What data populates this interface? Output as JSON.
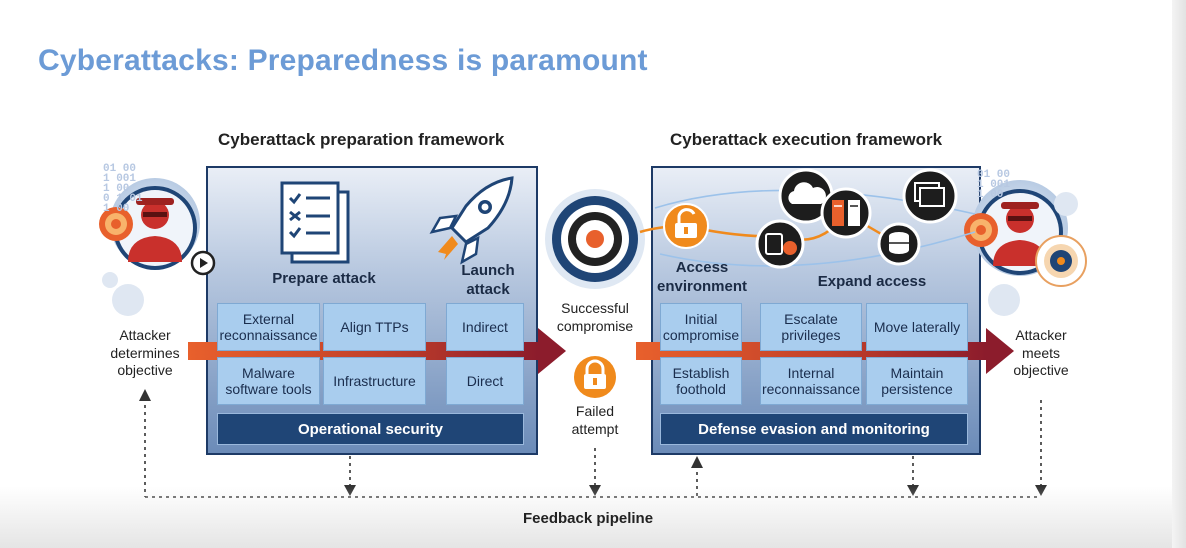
{
  "title": "Cyberattacks: Preparedness is paramount",
  "preparation": {
    "heading": "Cyberattack preparation framework",
    "prepare_label": "Prepare attack",
    "launch_label": "Launch attack",
    "boxes": {
      "ext_recon": "External reconnaissance",
      "align_ttps": "Align TTPs",
      "indirect": "Indirect",
      "malware": "Malware software tools",
      "infrastructure": "Infrastructure",
      "direct": "Direct"
    },
    "bar": "Operational security"
  },
  "middle": {
    "success": "Successful compromise",
    "failed": "Failed attempt"
  },
  "execution": {
    "heading": "Cyberattack execution framework",
    "access_label": "Access environment",
    "expand_label": "Expand access",
    "boxes": {
      "initial": "Initial compromise",
      "escalate": "Escalate privileges",
      "move": "Move laterally",
      "foothold": "Establish foothold",
      "internal_recon": "Internal reconnaissance",
      "persistence": "Maintain persistence"
    },
    "bar": "Defense evasion and monitoring"
  },
  "left_label": "Attacker determines objective",
  "right_label": "Attacker meets objective",
  "feedback": "Feedback pipeline",
  "binary_left": [
    "01 00",
    "1 001",
    "1 00",
    "0 1 01",
    "1 00"
  ],
  "binary_right": [
    "01 00",
    "1 001",
    "1 00"
  ],
  "colors": {
    "title": "#6c9bd6",
    "panel_border": "#1d3a66",
    "box": "#a9cdee",
    "bar": "#1f4576",
    "arrow_orange": "#e8602c",
    "arrow_red": "#8c1c2c",
    "lock": "#f08a1c"
  }
}
